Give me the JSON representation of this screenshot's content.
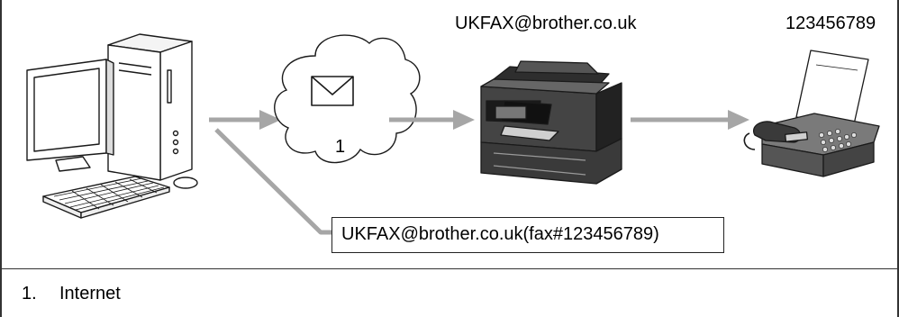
{
  "diagram": {
    "email_address": "UKFAX@brother.co.uk",
    "fax_number": "123456789",
    "cloud_number": "1",
    "send_address": "UKFAX@brother.co.uk(fax#123456789)"
  },
  "legend": {
    "items": [
      {
        "number": "1.",
        "label": "Internet"
      }
    ]
  },
  "colors": {
    "arrow": "#a6a6a6",
    "line": "#1a1a1a",
    "border": "#333333"
  },
  "icons": [
    "computer-icon",
    "cloud-icon",
    "envelope-icon",
    "printer-icon",
    "fax-machine-icon"
  ]
}
